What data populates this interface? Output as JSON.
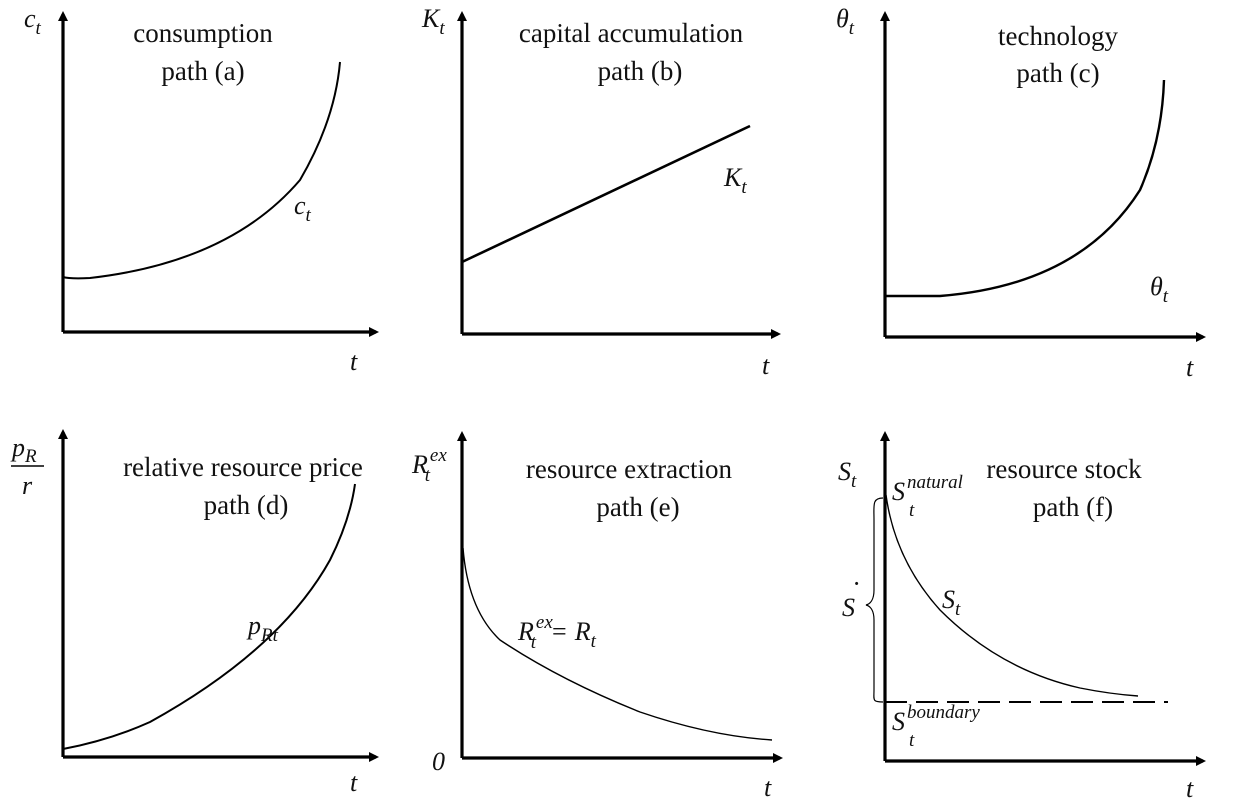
{
  "panels": {
    "a": {
      "title_line1": "consumption",
      "title_line2": "path (a)",
      "y_axis_label": "c",
      "y_axis_sub": "t",
      "x_axis_label": "t",
      "curve_label": "c",
      "curve_sub": "t"
    },
    "b": {
      "title_line1": "capital accumulation",
      "title_line2": "path (b)",
      "y_axis_label": "K",
      "y_axis_sub": "t",
      "x_axis_label": "t",
      "curve_label": "K",
      "curve_sub": "t"
    },
    "c": {
      "title_line1": "technology",
      "title_line2": "path (c)",
      "y_axis_label": "θ",
      "y_axis_sub": "t",
      "x_axis_label": "t",
      "curve_label": "θ",
      "curve_sub": "t"
    },
    "d": {
      "title_line1": "relative resource price",
      "title_line2": "path  (d)",
      "y_axis_numerator": "p",
      "y_axis_numerator_sub": "R",
      "y_axis_denominator": "r",
      "x_axis_label": "t",
      "curve_label": "p",
      "curve_sub": "Rt"
    },
    "e": {
      "title_line1": "resource extraction",
      "title_line2": "path (e)",
      "y_axis_label": "R",
      "y_axis_sub": "t",
      "y_axis_sup": "ex",
      "x_axis_label": "t",
      "origin_label": "0",
      "curve_label_left": "R",
      "curve_label_left_sub": "t",
      "curve_label_left_sup": "ex",
      "curve_label_eq": "=",
      "curve_label_right": "R",
      "curve_label_right_sub": "t"
    },
    "f": {
      "title_line1": "resource stock",
      "title_line2": "path (f)",
      "y_axis_label": "S",
      "y_axis_sub": "t",
      "x_axis_label": "t",
      "natural_label": "S",
      "natural_sub": "t",
      "natural_sup": "natural",
      "boundary_label": "S",
      "boundary_sub": "t",
      "boundary_sup": "boundary",
      "brace_label": "S",
      "brace_accent": "·",
      "curve_label": "S",
      "curve_sub": "t"
    }
  }
}
